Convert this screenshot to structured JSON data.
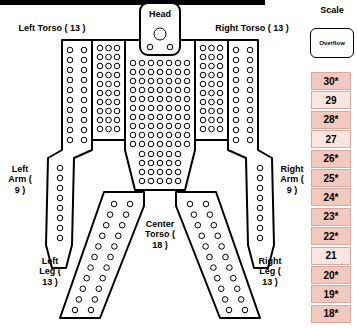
{
  "diagram": {
    "nodes": [
      {
        "text": [
          "Overflow"
        ]
      },
      {
        "text": [
          "30*"
        ]
      },
      {
        "text": [
          "29"
        ]
      },
      {
        "text": [
          "28*"
        ]
      },
      {
        "text": [
          "27"
        ]
      },
      {
        "text": [
          "26*"
        ]
      },
      {
        "text": [
          "25*"
        ]
      },
      {
        "text": [
          "24*"
        ]
      },
      {
        "text": [
          "23*"
        ]
      },
      {
        "text": [
          "22*"
        ]
      },
      {
        "text": [
          "21"
        ]
      },
      {
        "text": [
          "20*"
        ]
      },
      {
        "text": [
          "19*"
        ]
      },
      {
        "text": [
          "18*"
        ]
      }
    ],
    "labels": [
      "Head",
      "Left Torso ( 13 )",
      "Right Torso ( 13 )",
      "Left Arm ( 9 )",
      "Right Arm ( 9 )",
      "Center Torso ( 18 )",
      "Left Leg ( 13 )",
      "Right Leg ( 13 )",
      "Scale"
    ]
  }
}
